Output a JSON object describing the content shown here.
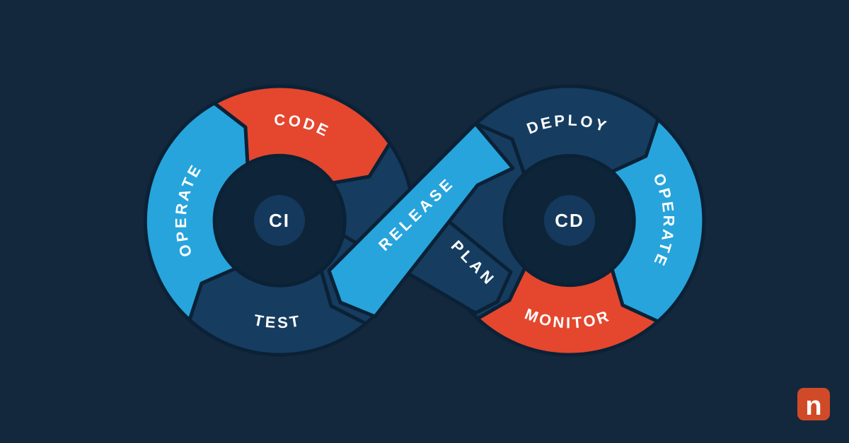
{
  "diagram": {
    "left_loop": {
      "center_label": "CI",
      "sectors": [
        {
          "id": "code",
          "label": "CODE",
          "color": "#E4472E"
        },
        {
          "id": "test",
          "label": "TEST",
          "color": "#163D60"
        },
        {
          "id": "operate",
          "label": "OPERATE",
          "color": "#27A4DC"
        }
      ]
    },
    "right_loop": {
      "center_label": "CD",
      "sectors": [
        {
          "id": "deploy",
          "label": "DEPLOY",
          "color": "#163D60"
        },
        {
          "id": "operate",
          "label": "OPERATE",
          "color": "#27A4DC"
        },
        {
          "id": "monitor",
          "label": "MONITOR",
          "color": "#E4472E"
        }
      ]
    },
    "bands": {
      "release": {
        "label": "RELEASE",
        "color": "#27A4DC"
      },
      "plan": {
        "label": "PLAN",
        "color": "#163D60"
      }
    },
    "palette": {
      "background": "#13283C",
      "outline": "#0B2136",
      "inner_disc": "#0E2438",
      "hub_circle": "#15395C",
      "label_text": "#FFFFFF"
    }
  },
  "logo": {
    "letter": "n",
    "background": "#D14A28",
    "text_color": "#FFFFFF"
  }
}
